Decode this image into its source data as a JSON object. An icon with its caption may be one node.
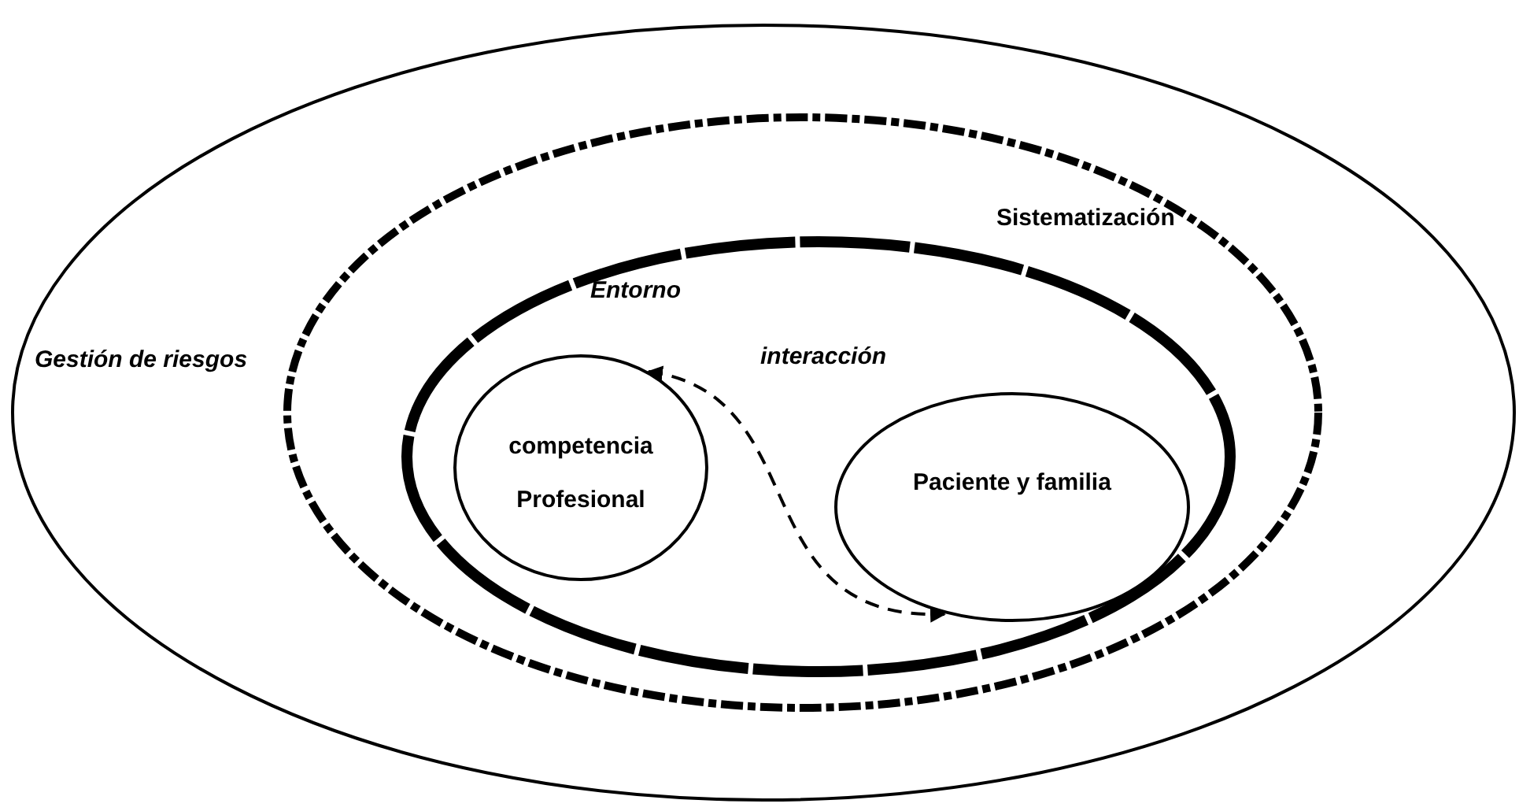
{
  "diagram": {
    "nodes": [
      {
        "text": [
          "Gestión de riesgos"
        ]
      },
      {
        "text": [
          "Sistematización"
        ],
        "in": 0
      },
      {
        "text": [
          "Entorno"
        ],
        "in": 1
      },
      {
        "text": [
          "competencia Profesional"
        ],
        "in": 2
      },
      {
        "text": [
          "Paciente y familia"
        ],
        "in": 2
      }
    ],
    "edges": [
      {
        "from": 3,
        "to": 4,
        "arrow": "both",
        "label": "interacción",
        "style": "dashed"
      }
    ]
  }
}
